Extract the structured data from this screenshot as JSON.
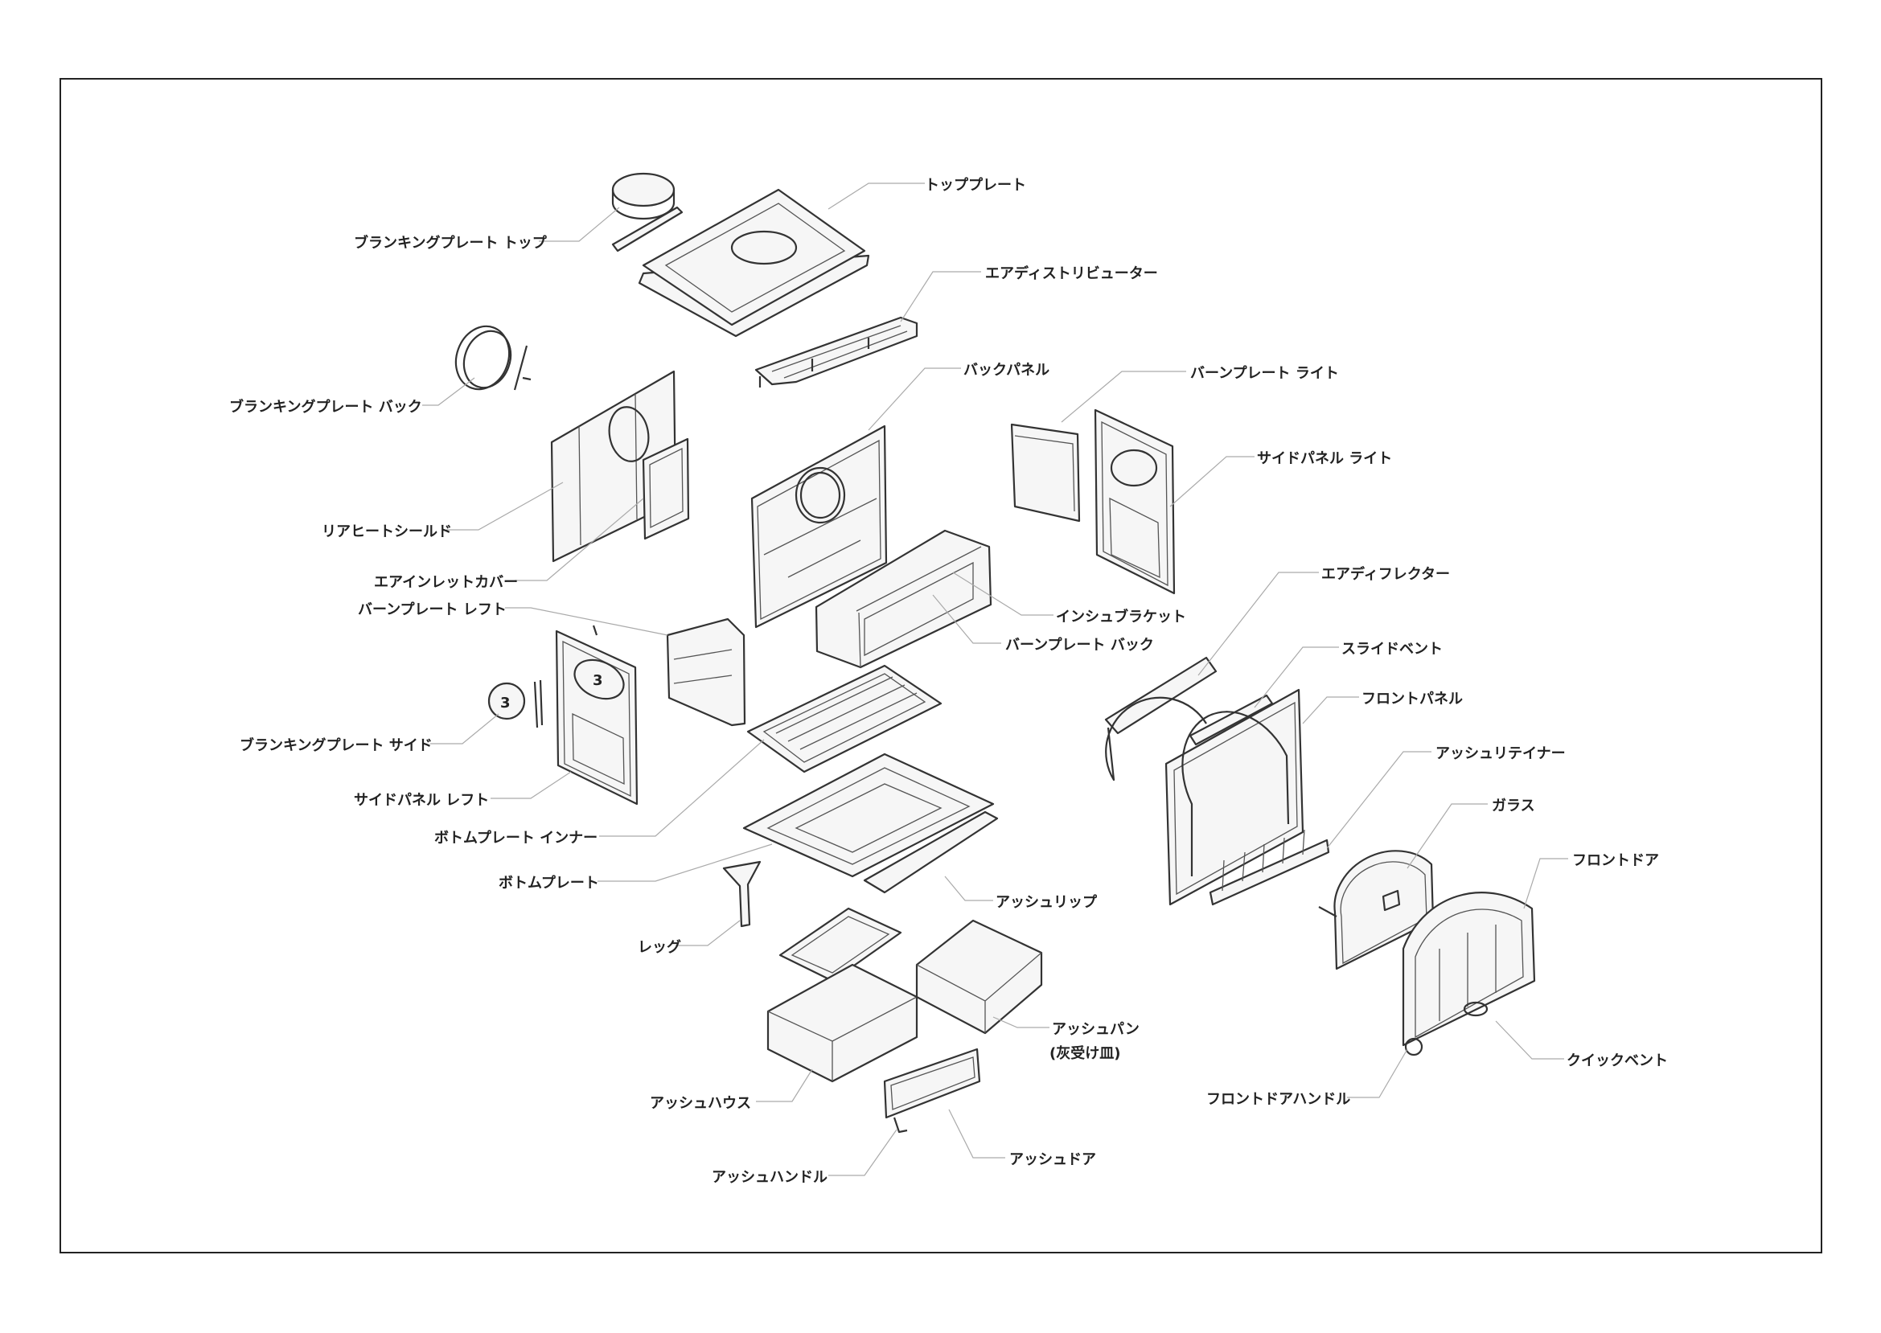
{
  "labels": {
    "top_plate": "トッププレート",
    "blanking_plate_top": "ブランキングプレート トップ",
    "air_distributor": "エアディストリビューター",
    "back_panel": "バックパネル",
    "burn_plate_right": "バーンプレート ライト",
    "blanking_plate_back": "ブランキングプレート バック",
    "side_panel_right": "サイドパネル ライト",
    "rear_heat_shield": "リアヒートシールド",
    "air_inlet_cover": "エアインレットカバー",
    "air_deflector": "エアディフレクター",
    "burn_plate_left": "バーンプレート レフト",
    "insul_bracket": "インシュブラケット",
    "burn_plate_back": "バーンプレート バック",
    "slide_vent": "スライドベント",
    "front_panel": "フロントパネル",
    "blanking_plate_side": "ブランキングプレート サイド",
    "ash_retainer": "アッシュリテイナー",
    "side_panel_left": "サイドパネル レフト",
    "glass": "ガラス",
    "bottom_plate_inner": "ボトムプレート インナー",
    "front_door": "フロントドア",
    "bottom_plate": "ボトムプレート",
    "ash_lip": "アッシュリップ",
    "leg": "レッグ",
    "ash_pan": "アッシュパン",
    "ash_pan_sub": "(灰受け皿)",
    "quick_vent": "クイックベント",
    "front_door_handle": "フロントドアハンドル",
    "ash_house": "アッシュハウス",
    "ash_door": "アッシュドア",
    "ash_handle": "アッシュハンドル"
  },
  "emblem_number": "3"
}
